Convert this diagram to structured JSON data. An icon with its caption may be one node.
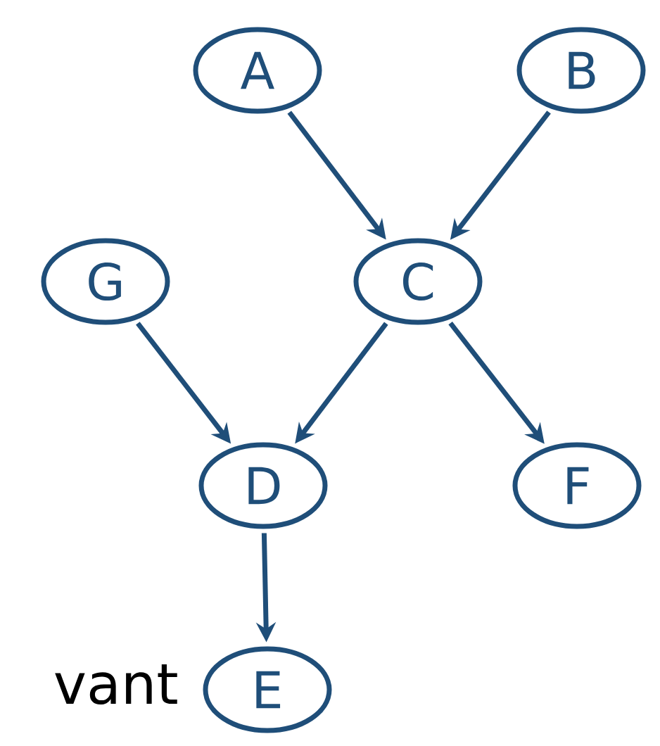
{
  "diagram": {
    "nodes": [
      {
        "text": [
          "A"
        ]
      },
      {
        "text": [
          "B"
        ]
      },
      {
        "text": [
          "G"
        ]
      },
      {
        "text": [
          "C"
        ]
      },
      {
        "text": [
          "D"
        ]
      },
      {
        "text": [
          "F"
        ]
      },
      {
        "text": [
          "E"
        ]
      }
    ],
    "edges": [
      {
        "from": 0,
        "to": 3,
        "arrow": "to"
      },
      {
        "from": 1,
        "to": 3,
        "arrow": "to"
      },
      {
        "from": 2,
        "to": 4,
        "arrow": "to"
      },
      {
        "from": 3,
        "to": 4,
        "arrow": "to"
      },
      {
        "from": 3,
        "to": 5,
        "arrow": "to"
      },
      {
        "from": 4,
        "to": 6,
        "arrow": "to"
      }
    ],
    "labels": [
      "vant"
    ]
  }
}
